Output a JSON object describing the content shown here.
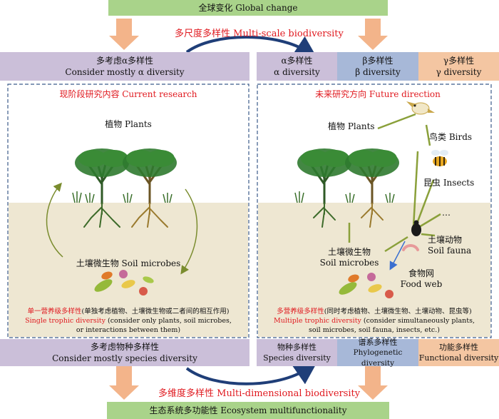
{
  "top_box": "全球变化 Global change",
  "multi_scale": "多尺度多样性 Multi-scale biodiversity",
  "left_header": {
    "cn": "多考虑α多样性",
    "en": "Consider mostly α diversity"
  },
  "right_headers": [
    {
      "cn": "α多样性",
      "en": "α diversity",
      "color": "#cbbfd9"
    },
    {
      "cn": "β多样性",
      "en": "β diversity",
      "color": "#a7b8d8"
    },
    {
      "cn": "γ多样性",
      "en": "γ diversity",
      "color": "#f4c6a2"
    }
  ],
  "left_panel": {
    "title": "现阶段研究内容 Current research",
    "plants": "植物 Plants",
    "microbes": "土壤微生物 Soil microbes",
    "note_cn": "单一营养级多样性",
    "note_cn_paren": "(单独考虑植物、土壤微生物或二者间的相互作用)",
    "note_en": "Single trophic diversity",
    "note_en_paren": " (consider only plants, soil microbes,",
    "note_en_line2": "or interactions between them)"
  },
  "right_panel": {
    "title": "未来研究方向 Future direction",
    "plants": "植物 Plants",
    "birds": "鸟类 Birds",
    "insects": "昆虫 Insects",
    "ellipsis": "…",
    "fauna_cn": "土壤动物",
    "fauna_en": "Soil fauna",
    "microbes_cn": "土壤微生物",
    "microbes_en": "Soil microbes",
    "foodweb_cn": "食物网",
    "foodweb_en": "Food web",
    "note_cn": "多营养级多样性",
    "note_cn_paren": "(同时考虑植物、土壤微生物、土壤动物、昆虫等)",
    "note_en": "Multiple trophic diversity",
    "note_en_paren": " (consider simultaneously plants,",
    "note_en_line2": "soil microbes, soil fauna, insects, etc.)"
  },
  "left_footer": {
    "cn": "多考虑物种多样性",
    "en": "Consider mostly species diversity"
  },
  "right_footers": [
    {
      "cn": "物种多样性",
      "en": "Species diversity",
      "color": "#cbbfd9"
    },
    {
      "cn": "谱系多样性",
      "en": "Phylogenetic diversity",
      "color": "#a7b8d8"
    },
    {
      "cn": "功能多样性",
      "en": "Functional diversity",
      "color": "#f4c6a2"
    }
  ],
  "multi_dim": "多维度多样性 Multi-dimensional biodiversity",
  "bottom_box": "生态系统多功能性 Ecosystem multifunctionality"
}
